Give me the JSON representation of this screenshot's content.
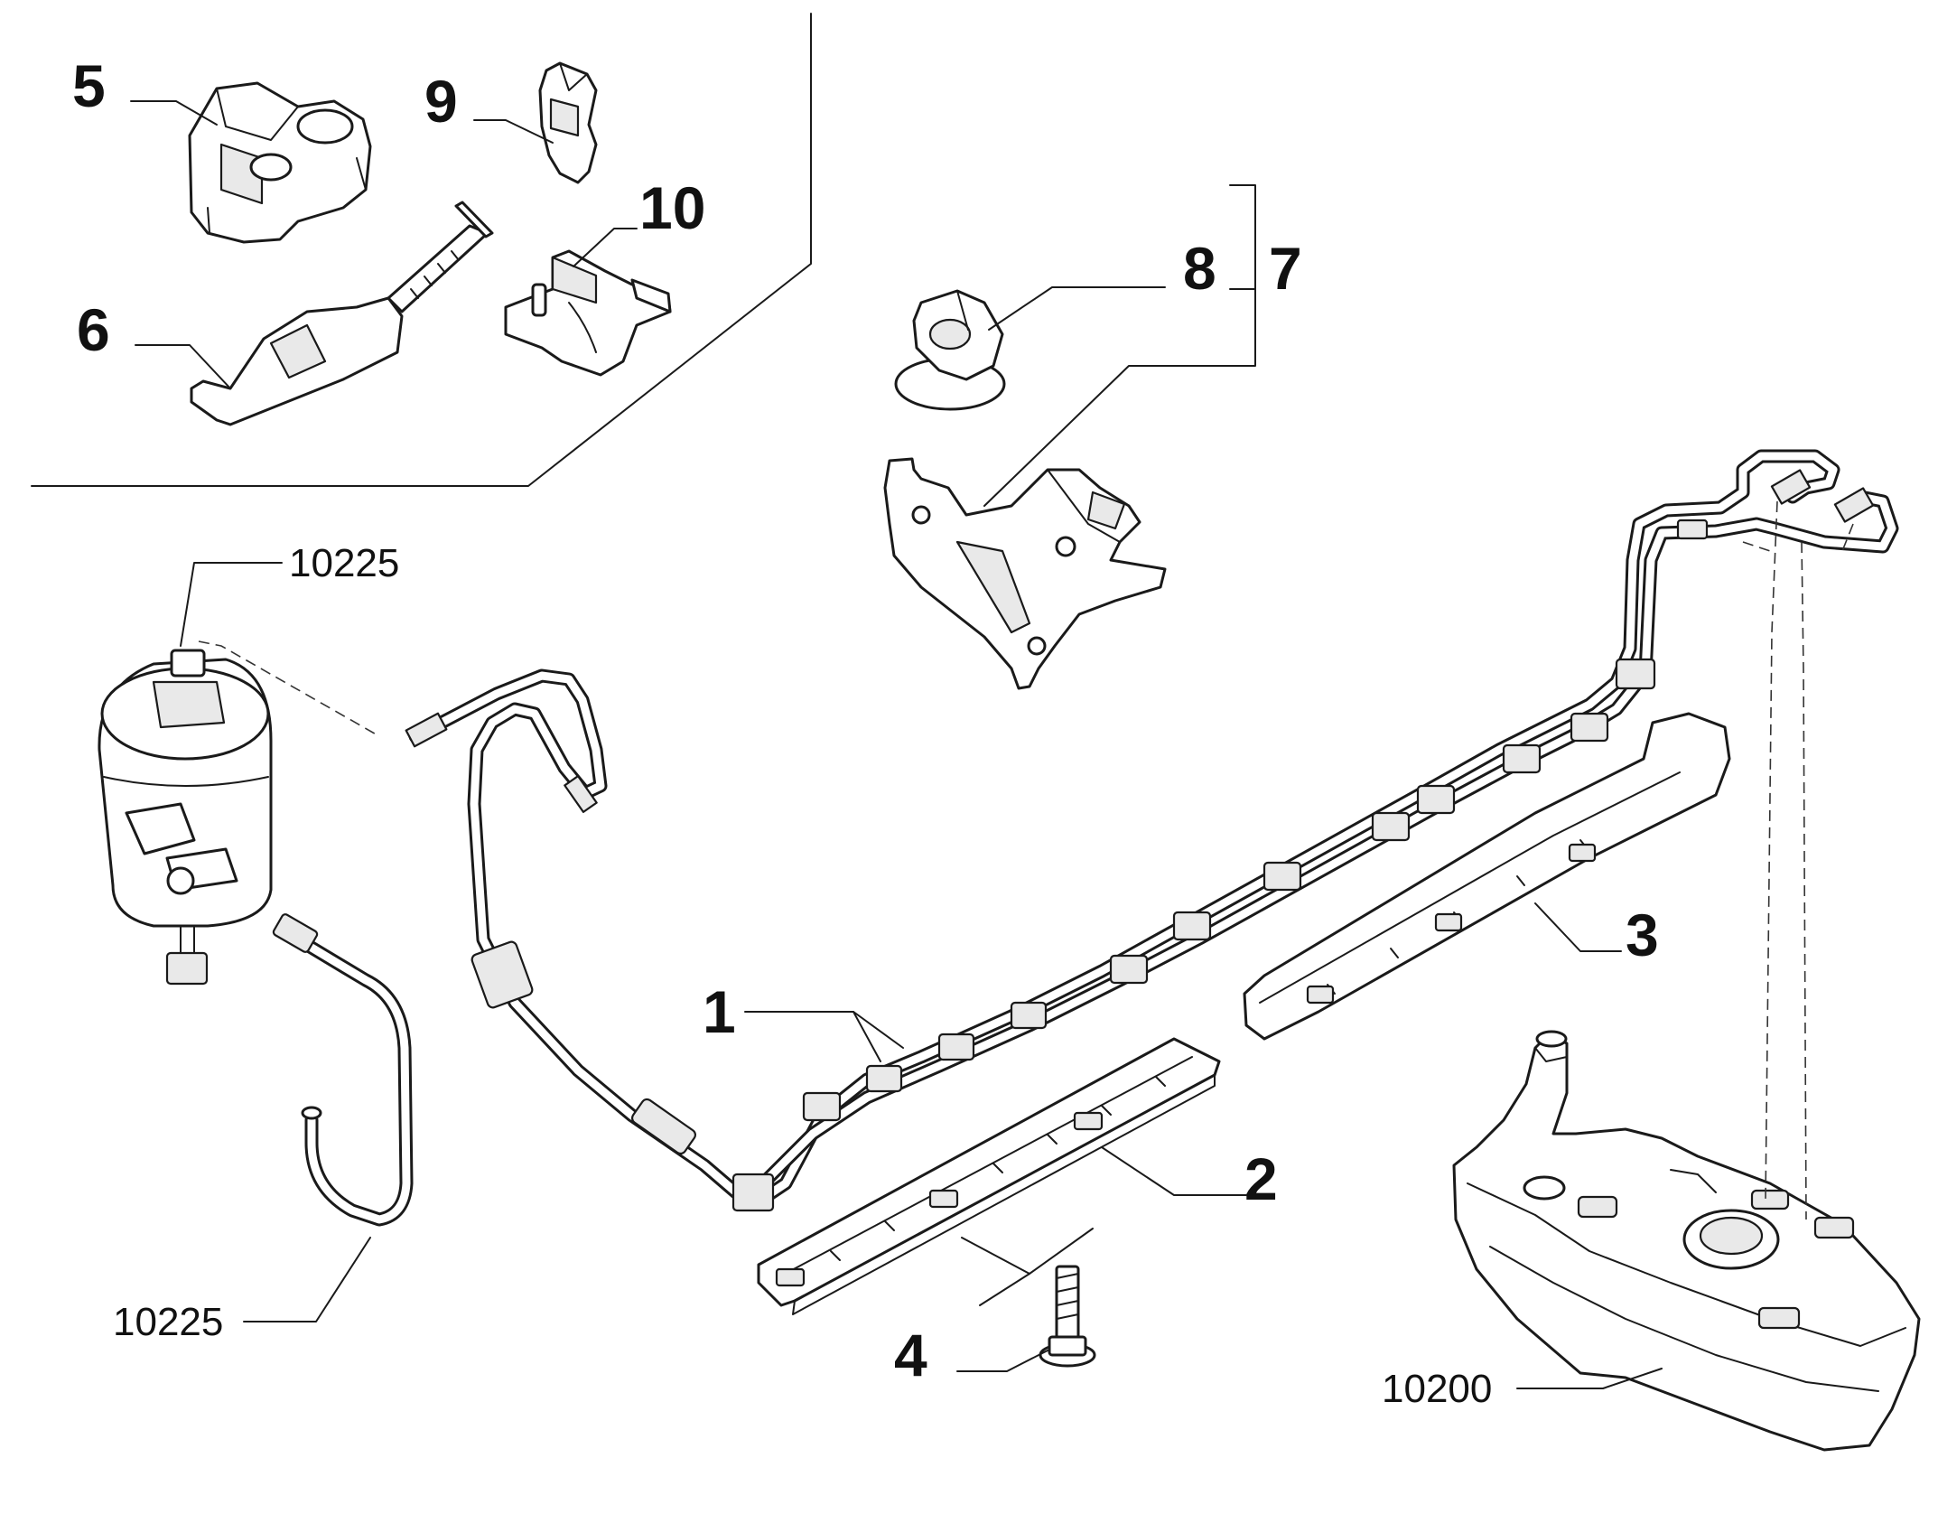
{
  "callouts": {
    "c1": "1",
    "c2": "2",
    "c3": "3",
    "c4": "4",
    "c5": "5",
    "c6": "6",
    "c7": "7",
    "c8": "8",
    "c9": "9",
    "c10": "10",
    "c10225a": "10225",
    "c10225b": "10225",
    "c10200": "10200"
  }
}
